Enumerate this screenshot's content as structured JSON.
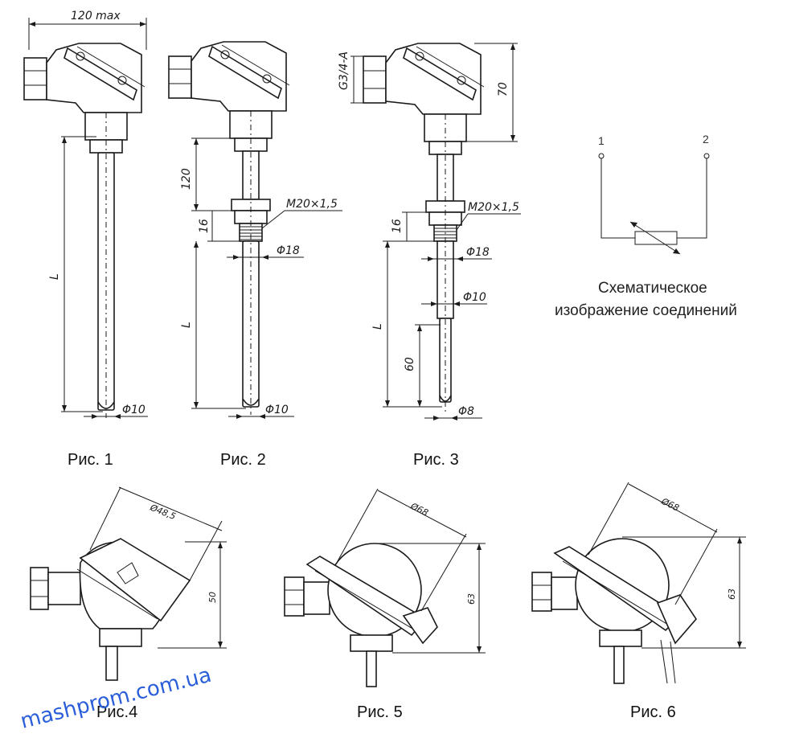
{
  "figures": {
    "fig1": {
      "caption": "Рис. 1",
      "dims": {
        "width_max": "120 max",
        "length": "L",
        "tip_dia": "Φ10"
      }
    },
    "fig2": {
      "caption": "Рис. 2",
      "dims": {
        "neck": "120",
        "thread_len": "16",
        "thread": "M20×1,5",
        "fitting_dia": "Φ18",
        "length": "L",
        "tip_dia": "Φ10"
      }
    },
    "fig3": {
      "caption": "Рис. 3",
      "dims": {
        "pipe_thread": "G3/4-A",
        "head_height": "70",
        "thread_len": "16",
        "thread": "M20×1,5",
        "fitting_dia": "Φ18",
        "sheath_dia": "Φ10",
        "length": "L",
        "tip_len": "60",
        "tip_dia": "Φ8"
      }
    },
    "fig4": {
      "caption": "Рис.4",
      "dims": {
        "diameter": "Ø48,5",
        "height": "50"
      }
    },
    "fig5": {
      "caption": "Рис. 5",
      "dims": {
        "diameter": "Ø68",
        "height": "63"
      }
    },
    "fig6": {
      "caption": "Рис. 6",
      "dims": {
        "diameter": "Ø68",
        "height": "63"
      }
    }
  },
  "schematic": {
    "terminal_1": "1",
    "terminal_2": "2",
    "caption_line1": "Схематическое",
    "caption_line2": "изображение соединений"
  },
  "watermark": "mashprom.com.ua",
  "colors": {
    "ink": "#1a1a1a",
    "watermark": "#2b5fd9",
    "background": "#ffffff"
  }
}
